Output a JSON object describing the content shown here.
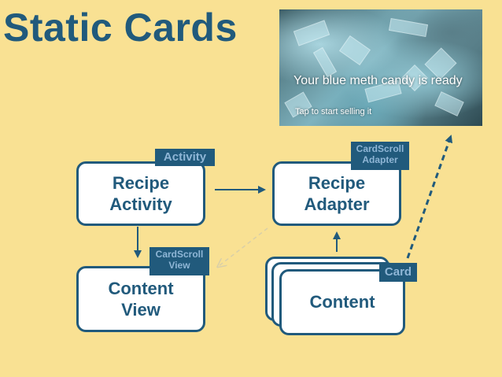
{
  "title": "Static Cards",
  "photo": {
    "caption": "Your blue meth candy is ready",
    "subcaption": "Tap to start selling it"
  },
  "nodes": {
    "recipe_activity": {
      "line1": "Recipe",
      "line2": "Activity"
    },
    "recipe_adapter": {
      "line1": "Recipe",
      "line2": "Adapter"
    },
    "content_view": {
      "line1": "Content",
      "line2": "View"
    },
    "content": {
      "label": "Content"
    }
  },
  "tags": {
    "activity": "Activity",
    "cardscroll_adapter": {
      "line1": "CardScroll",
      "line2": "Adapter"
    },
    "cardscroll_view": {
      "line1": "CardScroll",
      "line2": "View"
    },
    "card": "Card"
  },
  "colors": {
    "background": "#f9e193",
    "primary": "#215a7c",
    "tag_text": "#8fb6d6",
    "box_fill": "#ffffff"
  }
}
